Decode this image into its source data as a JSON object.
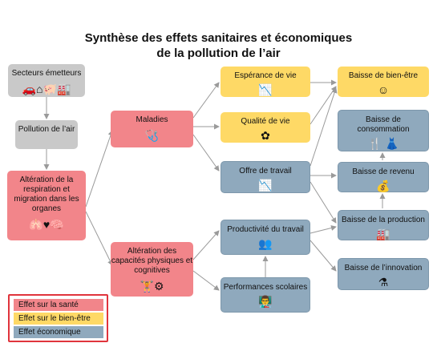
{
  "title": {
    "line1": "Synthèse des effets sanitaires et économiques",
    "line2": "de la pollution de l’air"
  },
  "nodes": {
    "secteurs": {
      "label": "Secteurs émetteurs",
      "icons": [
        "car-icon",
        "house-icon",
        "pig-icon",
        "factory-icon"
      ]
    },
    "pollution": {
      "label": "Pollution de l’air"
    },
    "alteration_resp": {
      "label": "Altération de la respiration et migration dans les organes",
      "icons": [
        "lungs-icon",
        "heart-icon",
        "brain-icon"
      ]
    },
    "maladies": {
      "label": "Maladies",
      "icons": [
        "stethoscope-icon"
      ]
    },
    "alteration_cap": {
      "label": "Altération des capacités physiques et cognitives",
      "icons": [
        "weightlifter-icon",
        "head-gears-icon"
      ]
    },
    "esperance": {
      "label": "Espérance de vie",
      "icons": [
        "declining-chart-icon"
      ]
    },
    "qualite": {
      "label": "Qualité de vie",
      "icons": [
        "flower-icon"
      ]
    },
    "offre": {
      "label": "Offre de travail",
      "icons": [
        "line-chart-icon"
      ]
    },
    "productivite": {
      "label": "Productivité du travail",
      "icons": [
        "team-icon"
      ]
    },
    "performances": {
      "label": "Performances scolaires",
      "icons": [
        "teacher-icon"
      ]
    },
    "bien_etre": {
      "label": "Baisse de bien-être",
      "icons": [
        "smiley-icon"
      ]
    },
    "consommation": {
      "label": "Baisse de consommation",
      "icons": [
        "utensils-icon",
        "dress-icon"
      ]
    },
    "revenu": {
      "label": "Baisse de revenu",
      "icons": [
        "coins-icon"
      ]
    },
    "production": {
      "label": "Baisse de la production",
      "icons": [
        "factory-icon"
      ]
    },
    "innovation": {
      "label": "Baisse de l’innovation",
      "icons": [
        "flask-icon"
      ]
    }
  },
  "legend": {
    "sante": "Effet sur la santé",
    "bien_etre": "Effet sur le bien-être",
    "economique": "Effet économique"
  },
  "colors": {
    "gray": "#c9c9c9",
    "red": "#f2858a",
    "yellow": "#fed966",
    "blue": "#8fa9bd",
    "arrow": "#9a9a9a"
  }
}
